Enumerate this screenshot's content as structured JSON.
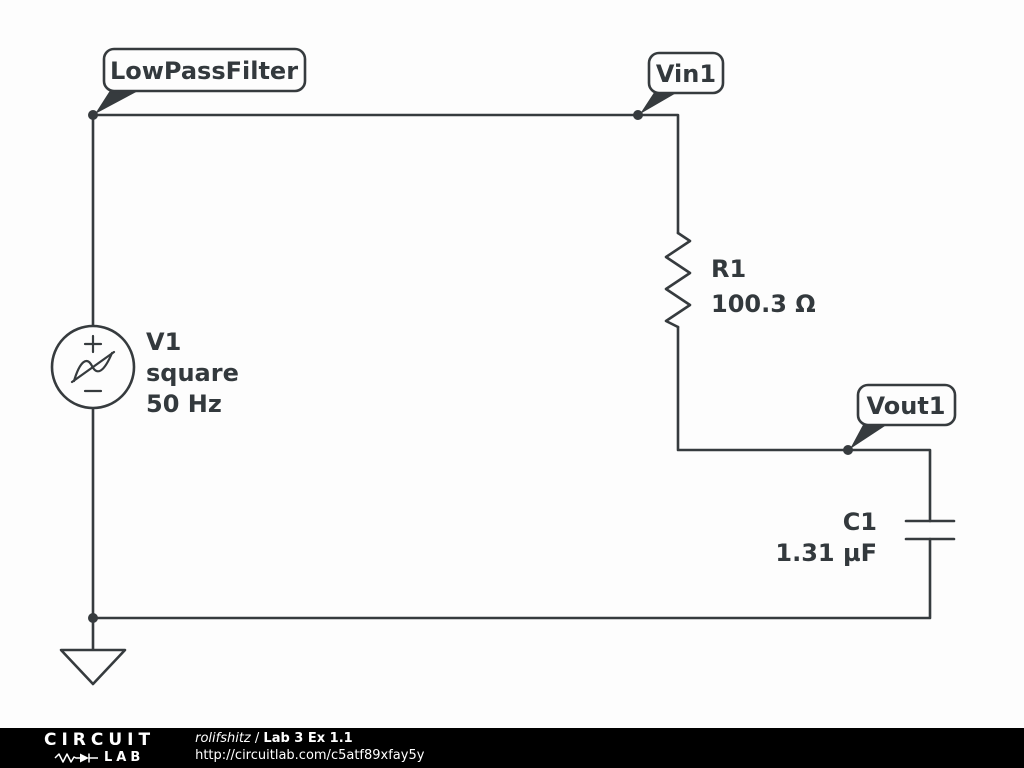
{
  "colors": {
    "wire": "#363b3e",
    "text": "#33393d",
    "canvas_bg": "#fdfdfd",
    "footer_bg": "#000000",
    "footer_text": "#ffffff"
  },
  "net_flags": {
    "lowpassfilter": "LowPassFilter",
    "vin1": "Vin1",
    "vout1": "Vout1"
  },
  "components": {
    "v1": {
      "designator": "V1",
      "waveform": "square",
      "frequency": "50 Hz"
    },
    "r1": {
      "designator": "R1",
      "value": "100.3 Ω"
    },
    "c1": {
      "designator": "C1",
      "value": "1.31 µF"
    }
  },
  "footer": {
    "logo_top": "CIRCUIT",
    "logo_bottom": "LAB",
    "author": "rolifshitz",
    "separator": " / ",
    "title": "Lab 3 Ex 1.1",
    "url": "http://circuitlab.com/c5atf89xfay5y"
  }
}
